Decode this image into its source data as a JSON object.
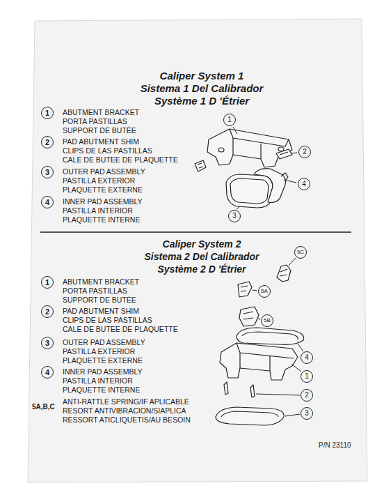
{
  "diagram": {
    "nodes": [
      {
        "text": [
          "1"
        ]
      },
      {
        "text": [
          "2"
        ]
      },
      {
        "text": [
          "3"
        ]
      },
      {
        "text": [
          "4"
        ]
      },
      {
        "text": [
          "1"
        ]
      },
      {
        "text": [
          "2"
        ]
      },
      {
        "text": [
          "4"
        ]
      },
      {
        "text": [
          "3"
        ]
      },
      {
        "text": [
          "1"
        ]
      },
      {
        "text": [
          "2"
        ]
      },
      {
        "text": [
          "3"
        ]
      },
      {
        "text": [
          "4"
        ]
      },
      {
        "text": [
          "5C"
        ]
      },
      {
        "text": [
          "5A"
        ]
      },
      {
        "text": [
          "5B"
        ]
      },
      {
        "text": [
          "4"
        ]
      },
      {
        "text": [
          "1"
        ]
      },
      {
        "text": [
          "2"
        ]
      },
      {
        "text": [
          "3"
        ]
      }
    ],
    "labels": [
      "Caliper System 1",
      "Sistema 1 Del Calibrador",
      "Système 1 D 'Étrier",
      "ABUTMENT BRACKET",
      "PORTA PASTILLAS",
      "SUPPORT DE BUTÉE",
      "PAD ABUTMENT SHIM",
      "CLIPS DE LAS PASTILLAS",
      "CALE DE BUTEE DE PLAQUETTE",
      "OUTER PAD ASSEMBLY",
      "PASTILLA EXTERIOR",
      "PLAQUETTE EXTERNE",
      "INNER PAD ASSEMBLY",
      "PASTILLA INTERIOR",
      "PLAQUETTE INTERNE",
      "Caliper System 2",
      "Sistema 2 Del Calibrador",
      "Système 2 D 'Étrier",
      "ABUTMENT BRACKET",
      "PORTA PASTILLAS",
      "SUPPORT DE BUTÉE",
      "PAD ABUTMENT SHIM",
      "CLIPS DE LAS PASTILLAS",
      "CALE DE BUTEE DE PLAQUETTE",
      "OUTER PAD ASSEMBLY",
      "PASTILLA EXTERIOR",
      "PLAQUETTE EXTERNE",
      "INNER PAD ASSEMBLY",
      "PASTILLA INTERIOR",
      "PLAQUETTE INTERNE",
      "5A,B,C",
      "ANTI-RATTLE SPRING/IF APLICABLE",
      "RESORT ANTIVIBRACION/SIAPLICA",
      "RESSORT ATICLIQUETIS/AU BESOIN",
      "P/N 23110"
    ]
  }
}
